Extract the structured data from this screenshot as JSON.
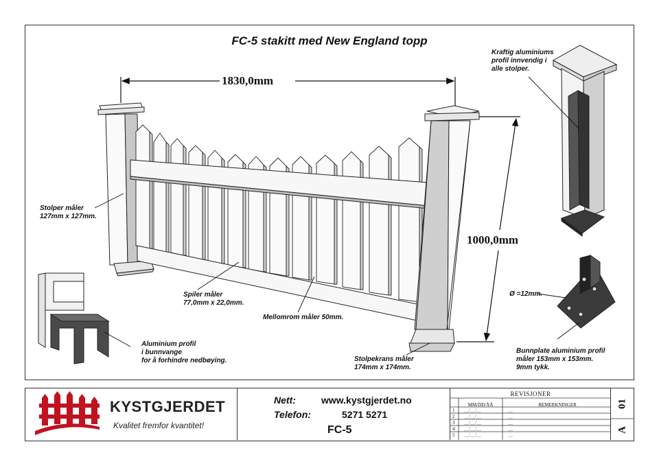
{
  "title": "FC-5 stakitt med New England topp",
  "dimensions": {
    "width": "1830,0mm",
    "height": "1000,0mm"
  },
  "labels": {
    "aluminium_inside": [
      "Kraftig aluminiums",
      "profil innvendig i",
      "alle stolper."
    ],
    "posts": [
      "Stolper måler",
      "127mm x 127mm."
    ],
    "pickets": [
      "Spiler måler",
      "77,0mm x 22,0mm."
    ],
    "gap": [
      "Mellomrom måler 50mm."
    ],
    "bottom_rail": [
      "Aluminium profil",
      "i bunnvange",
      "for å forhindre nedbøying."
    ],
    "post_skirt": [
      "Stolpekrans måler",
      "174mm x 174mm."
    ],
    "hole": [
      "Ø =12mm."
    ],
    "base_plate": [
      "Bunnplate aluminium profil",
      "måler 153mm x 153mm.",
      "9mm tykk."
    ]
  },
  "title_block": {
    "brand": "KYSTGJERDET",
    "slogan": "Kvalitet fremfor kvantitet!",
    "web_label": "Nett:",
    "web_value": "www.kystgjerdet.no",
    "phone_label": "Telefon:",
    "phone_value": "5271 5271",
    "drawing_number": "FC-5",
    "revisions_title": "REVISJONER",
    "col_date": "MM/DD/ÅÅ",
    "col_remarks": "BEMERKNINGER",
    "revision_rows": [
      {
        "n": "1",
        "date": "__/__/__",
        "remark": "__"
      },
      {
        "n": "2",
        "date": "__/__/__",
        "remark": "__"
      },
      {
        "n": "3",
        "date": "__/__/__",
        "remark": "__"
      },
      {
        "n": "4",
        "date": "__/__/__",
        "remark": "__"
      },
      {
        "n": "5",
        "date": "__/__/__",
        "remark": "__"
      }
    ],
    "size": "A",
    "sheet": "01"
  },
  "colors": {
    "brand_red": "#c0121f"
  }
}
